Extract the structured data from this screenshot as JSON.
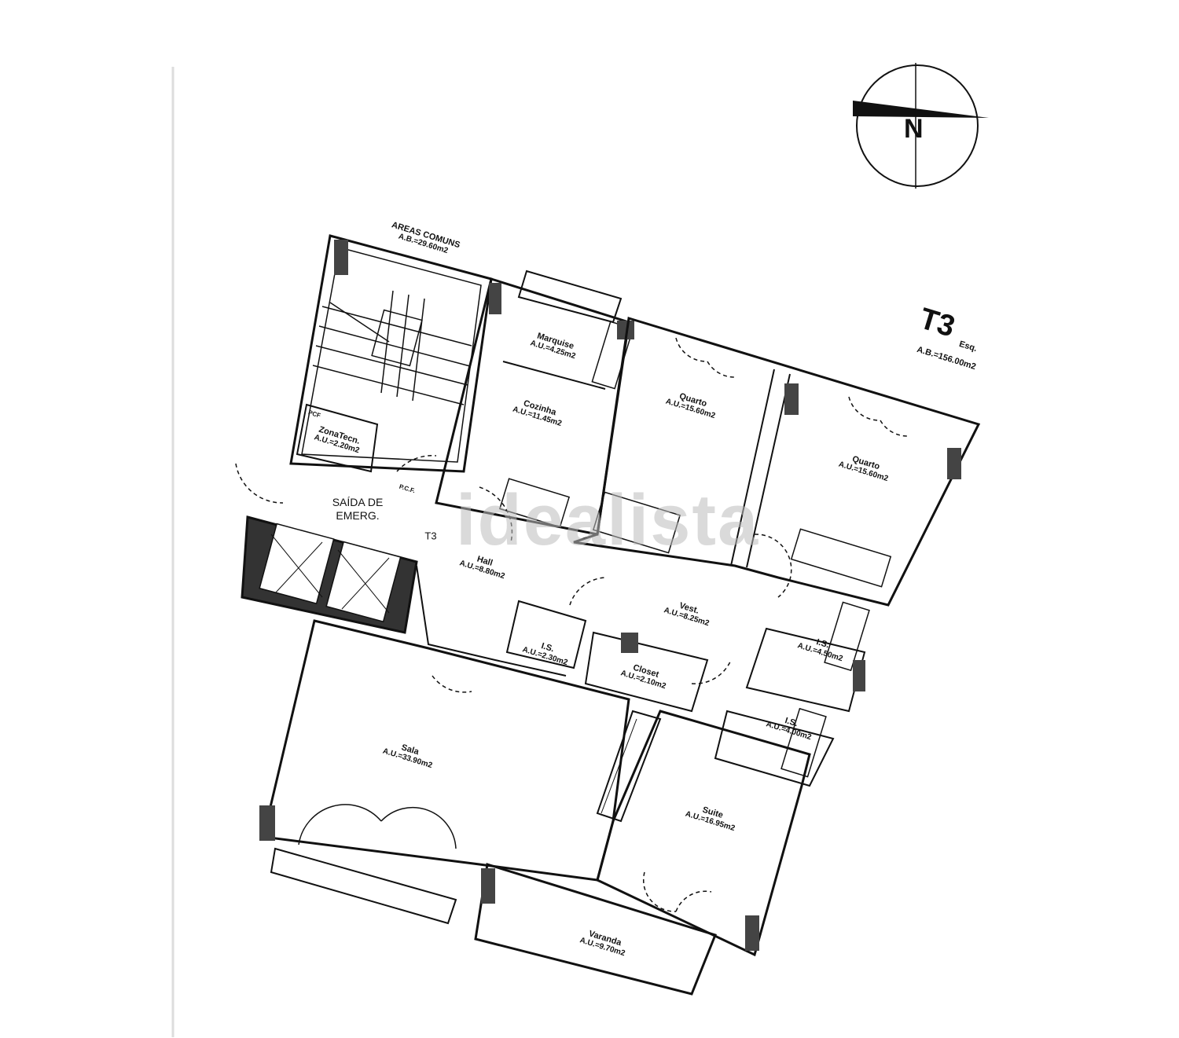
{
  "plan": {
    "unit_type": "T3",
    "unit_side": "Esq.",
    "unit_area": "A.B.=156.00m2",
    "compass_label": "N",
    "watermark": "idealista",
    "rooms": [
      {
        "name": "AREAS COMUNS",
        "area": "A.B.=29.60m2"
      },
      {
        "name": "Marquise",
        "area": "A.U.=4.25m2"
      },
      {
        "name": "Cozinha",
        "area": "A.U.=11.45m2"
      },
      {
        "name": "Quarto",
        "area": "A.U.=15.60m2"
      },
      {
        "name": "Quarto",
        "area": "A.U.=15.60m2"
      },
      {
        "name": "ZonaTecn.",
        "area": "A.U.=2.20m2"
      },
      {
        "name": "Hall",
        "area": "A.U.=8.80m2"
      },
      {
        "name": "Vest.",
        "area": "A.U.=8.25m2"
      },
      {
        "name": "I.S.",
        "area": "A.U.=2.30m2"
      },
      {
        "name": "Closet",
        "area": "A.U.=2.10m2"
      },
      {
        "name": "I.S.",
        "area": "A.U.=4.50m2"
      },
      {
        "name": "I.S.",
        "area": "A.U.=4.00m2"
      },
      {
        "name": "Sala",
        "area": "A.U.=33.90m2"
      },
      {
        "name": "Suite",
        "area": "A.U.=16.95m2"
      },
      {
        "name": "Varanda",
        "area": "A.U.=9.70m2"
      }
    ],
    "annotations": {
      "emergency_exit_line1": "SAÍDA DE",
      "emergency_exit_line2": "EMERG.",
      "fire_door": "P.C.F.",
      "fire_door_small": "PCF",
      "entry_label": "T3"
    }
  }
}
